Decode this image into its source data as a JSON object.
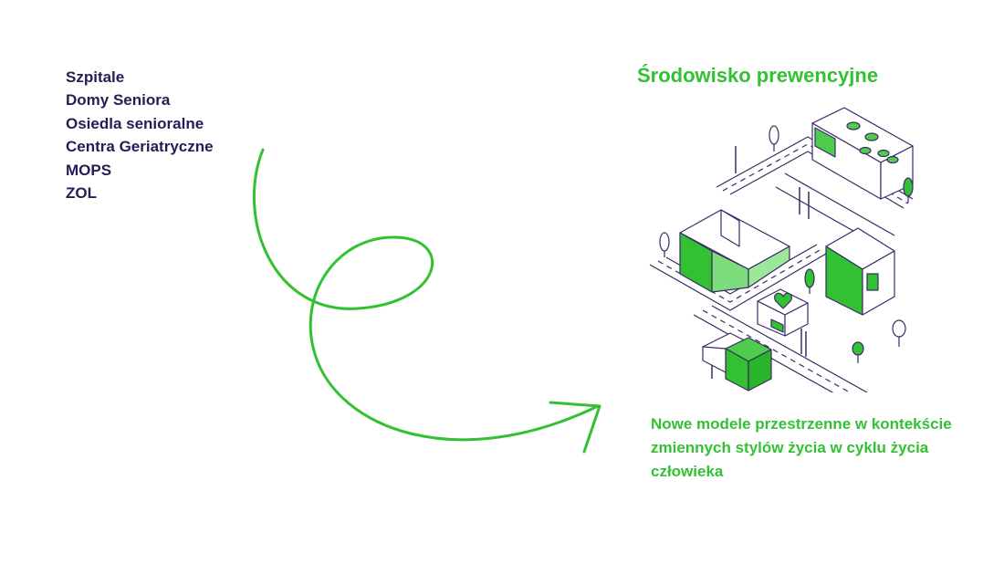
{
  "left_list": {
    "items": [
      "Szpitale",
      "Domy Seniora",
      "Osiedla senioralne",
      "Centra Geriatryczne",
      "MOPS",
      "ZOL"
    ]
  },
  "right": {
    "title": "Środowisko prewencyjne",
    "caption": "Nowe modele przestrzenne w kontekście zmiennych stylów życia w cyklu życia człowieka"
  },
  "colors": {
    "accent_green": "#33c133",
    "dark_purple": "#2a1a55",
    "line_ink": "#3a2a66",
    "background": "#ffffff"
  },
  "icons": {
    "connector": "curly-arrow-icon",
    "illustration": "isometric-city-icon",
    "heart": "heart-icon"
  }
}
